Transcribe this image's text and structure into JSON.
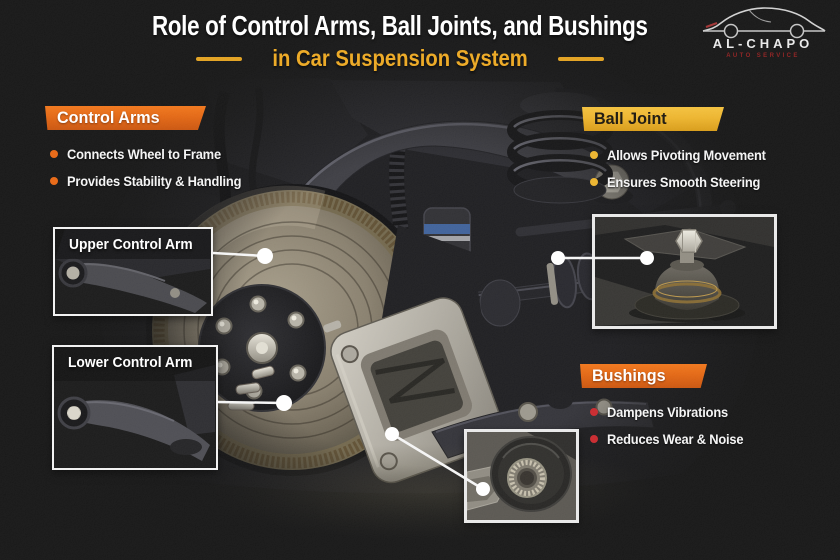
{
  "colors": {
    "background": "#121212",
    "accent_orange": "#E2640F",
    "accent_yellow": "#ECB32A",
    "bullet_orange": "#E8650F",
    "bullet_yellow": "#ECB32A",
    "bullet_red": "#C8252A",
    "gold_subtitle": "#ECA71E",
    "text_white": "#FFFFFF"
  },
  "header": {
    "title": "Role of Control Arms, Ball Joints, and Bushings",
    "subtitle": "in Car Suspension System"
  },
  "brand": {
    "name": "AL-CHAPO",
    "tagline": "AUTO SERVICE"
  },
  "sections": {
    "control_arms": {
      "title": "Control Arms",
      "bullets": [
        "Connects Wheel to Frame",
        "Provides Stability & Handling"
      ]
    },
    "ball_joint": {
      "title": "Ball Joint",
      "bullets": [
        "Allows Pivoting Movement",
        "Ensures Smooth Steering"
      ]
    },
    "bushings": {
      "title": "Bushings",
      "bullets": [
        "Dampens Vibrations",
        "Reduces Wear & Noise"
      ]
    }
  },
  "callouts": {
    "upper": {
      "label": "Upper Control Arm"
    },
    "lower": {
      "label": "Lower Control Arm"
    }
  }
}
